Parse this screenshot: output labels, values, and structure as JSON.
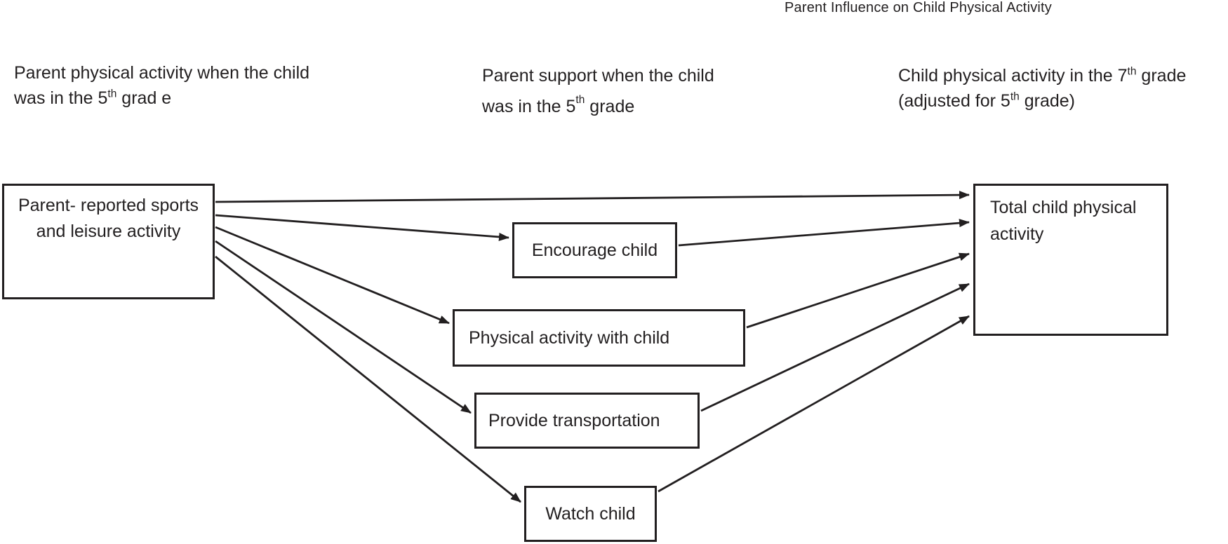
{
  "title": "Parent Influence on Child Physical Activity",
  "column_headers": {
    "left": {
      "line1": "Parent physical activity when the child",
      "line2_pre": "was in the 5",
      "line2_sup": "th",
      "line2_post": " grad e"
    },
    "middle": {
      "line1": "Parent support when the child",
      "line2_pre": "was in the 5",
      "line2_sup": "th",
      "line2_post": " grade"
    },
    "right": {
      "line1_pre": "Child physical activity in the 7",
      "line1_sup": "th",
      "line1_post": " grade",
      "line2_pre": "(adjusted for 5",
      "line2_sup": "th",
      "line2_post": " grade)"
    }
  },
  "nodes": {
    "source": {
      "id": "parent-sports-leisure",
      "label": "Parent- reported sports and leisure activity"
    },
    "mediators": [
      {
        "id": "encourage-child",
        "label": "Encourage child"
      },
      {
        "id": "physical-activity-with-child",
        "label": "Physical activity with child"
      },
      {
        "id": "provide-transportation",
        "label": "Provide transportation"
      },
      {
        "id": "watch-child",
        "label": "Watch child"
      }
    ],
    "outcome": {
      "id": "total-child-activity",
      "label": "Total child physical activity"
    }
  },
  "edges": [
    {
      "from": "parent-sports-leisure",
      "to": "total-child-activity"
    },
    {
      "from": "parent-sports-leisure",
      "to": "encourage-child"
    },
    {
      "from": "parent-sports-leisure",
      "to": "physical-activity-with-child"
    },
    {
      "from": "parent-sports-leisure",
      "to": "provide-transportation"
    },
    {
      "from": "parent-sports-leisure",
      "to": "watch-child"
    },
    {
      "from": "encourage-child",
      "to": "total-child-activity"
    },
    {
      "from": "physical-activity-with-child",
      "to": "total-child-activity"
    },
    {
      "from": "provide-transportation",
      "to": "total-child-activity"
    },
    {
      "from": "watch-child",
      "to": "total-child-activity"
    }
  ],
  "colors": {
    "ink": "#221f20",
    "background": "#ffffff"
  }
}
